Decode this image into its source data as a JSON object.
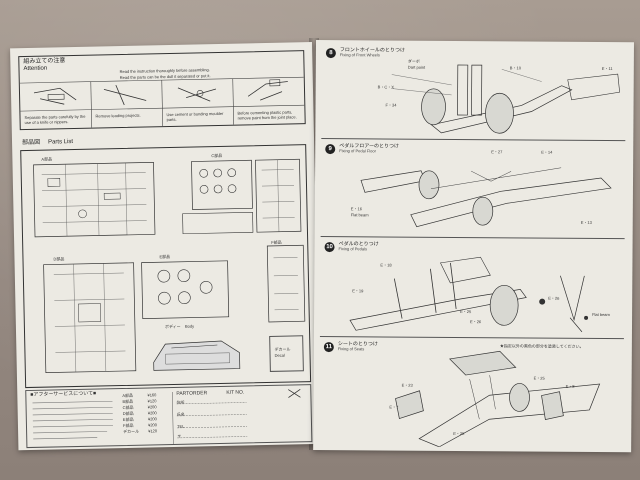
{
  "left_page": {
    "attention": {
      "heading": "組み立ての注意",
      "heading_en": "Attention",
      "notes_en": [
        "Read the instruction thoroughly before assembling.",
        "Read the parts can be the dull it separated or put it."
      ],
      "captions_en": [
        "Separate the parts carefully by the use of a knife or nippers.",
        "Remove leading projects.",
        "Use cement or bonding moulder parts.",
        "Before cementing plastic parts, remove paint from the joint place."
      ]
    },
    "parts_list": {
      "heading": "部品図",
      "heading_en": "Parts List",
      "tree_labels": [
        "A部品",
        "C部品",
        "D部品",
        "E部品",
        "F部品",
        "F部品"
      ],
      "body_label": "ボディー",
      "body_label_en": "Body",
      "decal_label": "デカール",
      "decal_label_en": "Decal"
    },
    "after_service": {
      "heading": "■アフターサービスについて■",
      "price_rows": [
        {
          "part": "A部品",
          "price": "¥160"
        },
        {
          "part": "B部品",
          "price": "¥120"
        },
        {
          "part": "C部品",
          "price": "¥200"
        },
        {
          "part": "D部品",
          "price": "¥200"
        },
        {
          "part": "E部品",
          "price": "¥200"
        },
        {
          "part": "F部品",
          "price": "¥200"
        },
        {
          "part": "デカール",
          "price": "¥120"
        }
      ],
      "form_header": "PARTORDER",
      "form_kit": "KIT NO.",
      "form_fields": [
        "住所",
        "氏名",
        "TEL",
        "〒"
      ]
    }
  },
  "right_page": {
    "steps": [
      {
        "number": "8",
        "title": "フロントホイールのとりつけ",
        "title_en": "Fixing of Front Wheels",
        "callouts": [
          "ダーボ",
          "Dart point",
          "B・10",
          "B・C・X",
          "F・34",
          "E・11"
        ]
      },
      {
        "number": "9",
        "title": "ペダルフロアーのとりつけ",
        "title_en": "Fixing of Pedal Floor",
        "callouts": [
          "E・27",
          "E・14",
          "E・16",
          "E・13",
          "Flat beam"
        ]
      },
      {
        "number": "10",
        "title": "ペダルのとりつけ",
        "title_en": "Fixing of Pedals",
        "callouts": [
          "E・18",
          "E・19",
          "E・25",
          "E・26",
          "E・26",
          "Flat beam"
        ]
      },
      {
        "number": "11",
        "title": "シートのとりつけ",
        "title_en": "Fixing of Seats",
        "callouts": [
          "E・23",
          "E・7",
          "E・8",
          "E・25",
          "E・25"
        ]
      }
    ],
    "step11_note": "★指定以外の黒色の部分を塗装してください。"
  }
}
